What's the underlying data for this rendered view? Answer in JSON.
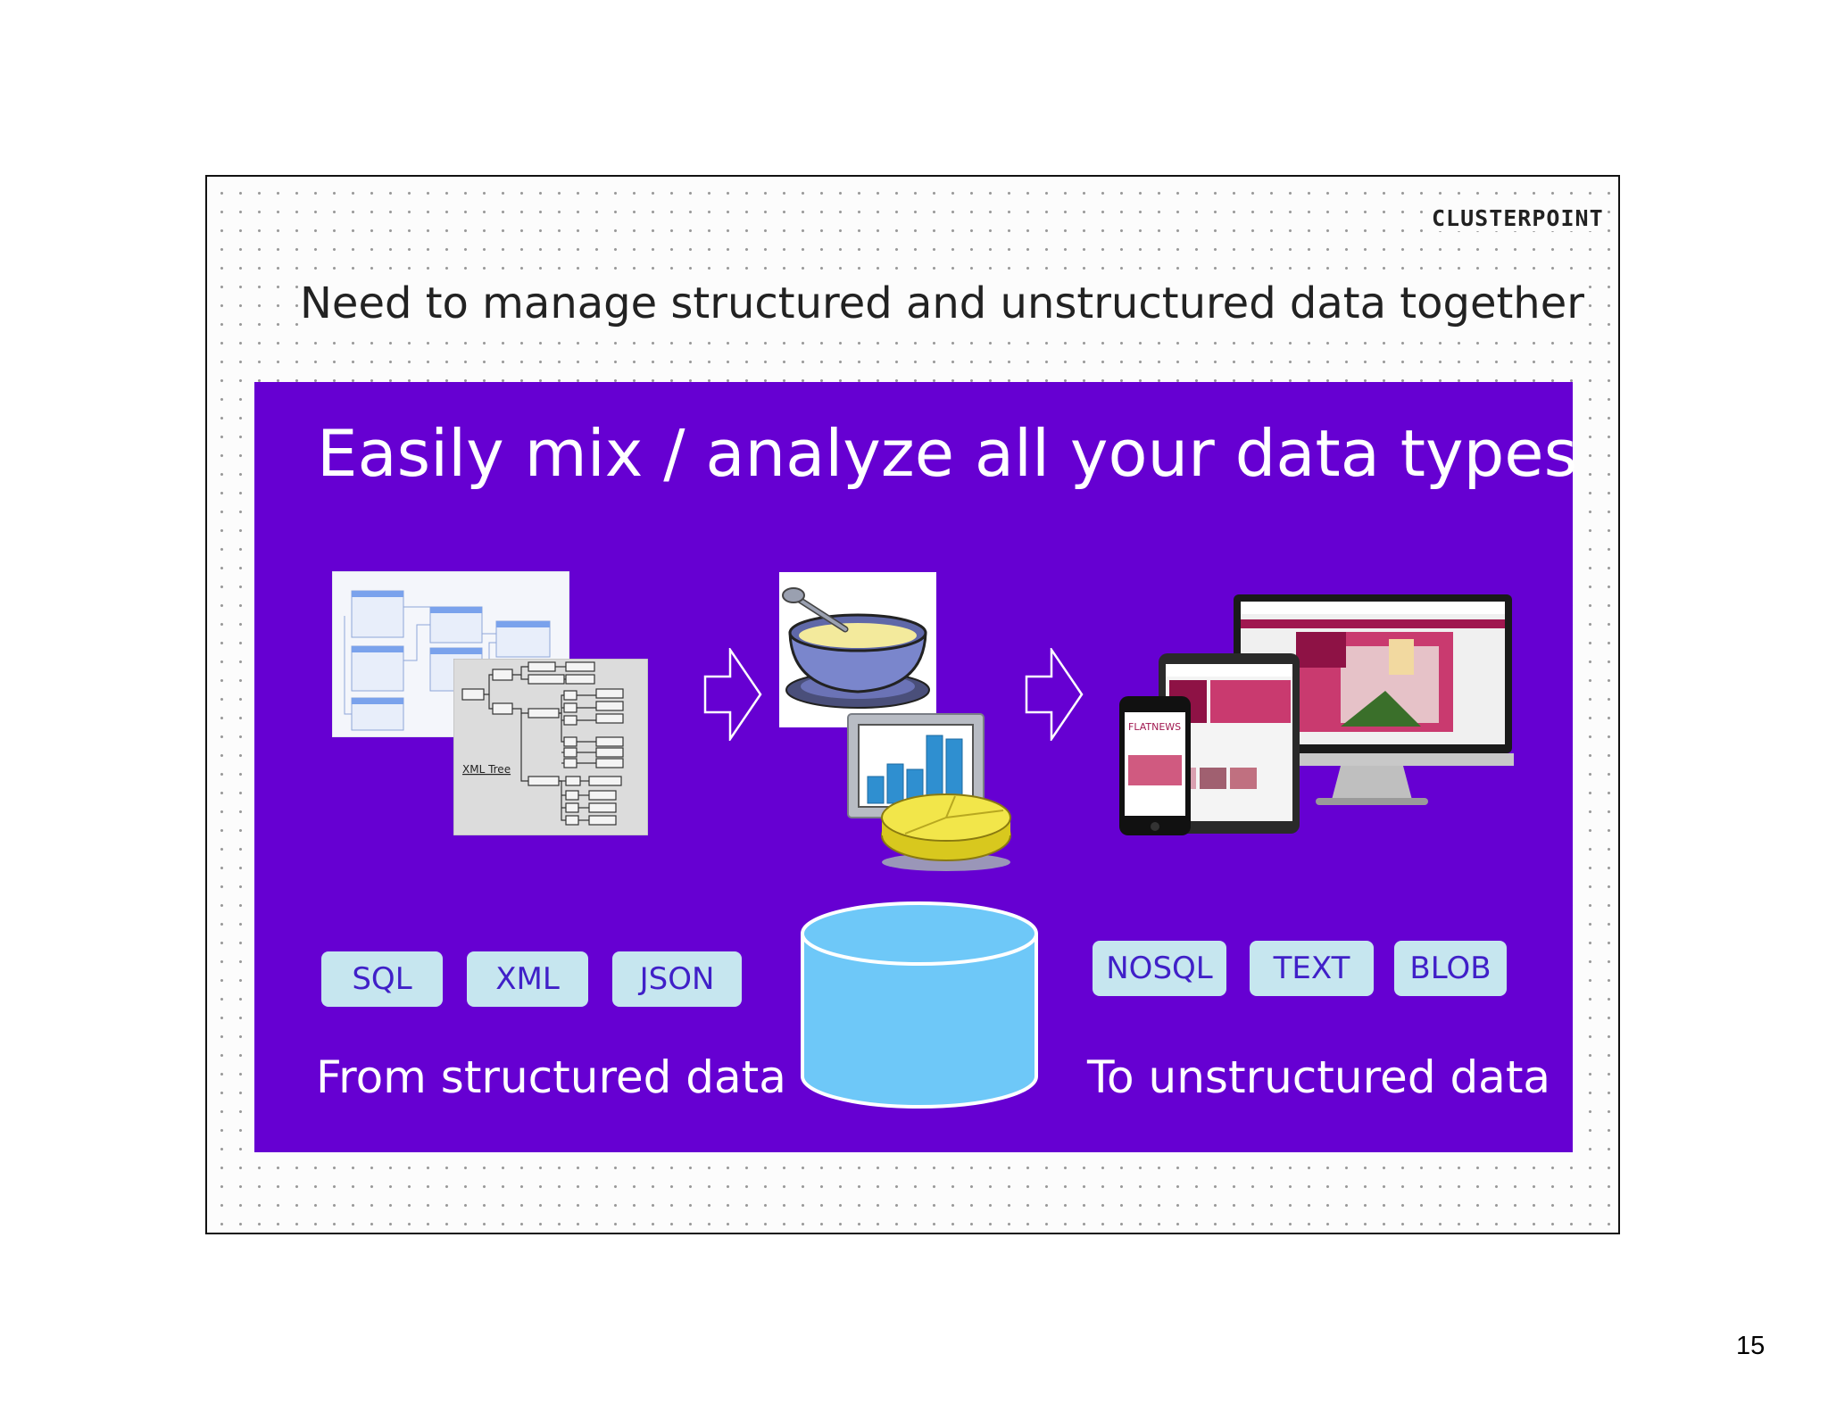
{
  "slide": {
    "logo": "CLUSTERPOINT",
    "headline": "Need to manage structured and unstructured data together",
    "panel_title": "Easily mix / analyze all your data types",
    "structured_tags": [
      "SQL",
      "XML",
      "JSON"
    ],
    "unstructured_tags": [
      "NOSQL",
      "TEXT",
      "BLOB"
    ],
    "structured_caption": "From structured data",
    "unstructured_caption": "To unstructured data",
    "xml_tree_label": "XML Tree",
    "news_brand": "FLATNEWS",
    "page_number": "15"
  },
  "colors": {
    "panel": "#6600d2",
    "tag_bg": "#c6e6ef",
    "tag_text": "#4020c8",
    "database": "#6ec8f8",
    "bowl": "#7a86cc"
  },
  "icons": [
    "schema-diagram-icon",
    "xml-tree-icon",
    "arrow-right-icon",
    "soup-bowl-icon",
    "bar-chart-icon",
    "pie-chart-icon",
    "database-icon",
    "devices-icon"
  ]
}
